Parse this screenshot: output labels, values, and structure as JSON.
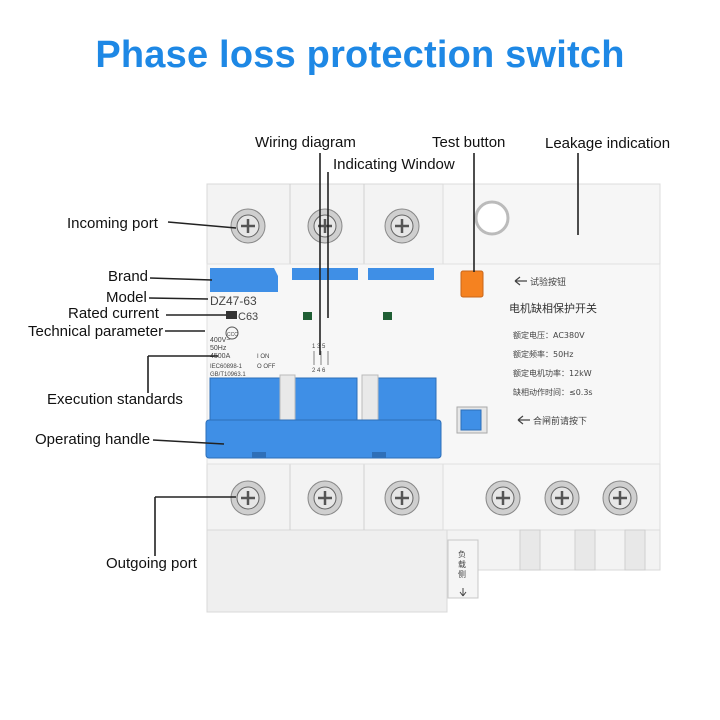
{
  "title": "Phase loss protection switch",
  "labels": {
    "wiring_diagram": "Wiring diagram",
    "indicating_window": "Indicating Window",
    "test_button": "Test button",
    "leakage_indication": "Leakage indication",
    "incoming_port": "Incoming port",
    "brand": "Brand",
    "model": "Model",
    "rated_current": "Rated current",
    "technical_parameter": "Technical parameter",
    "execution_standards": "Execution standards",
    "operating_handle": "Operating handle",
    "outgoing_port": "Outgoing port"
  },
  "device": {
    "model_text": "DZ47-63",
    "current_text": "C63",
    "ccc_mark": "CCC",
    "tech_params": [
      "400V~",
      "50Hz",
      "4500A"
    ],
    "standards": [
      "IEC60898-1",
      "GB/T10963.1"
    ],
    "on_off": [
      "I  ON",
      "O  OFF"
    ],
    "wiring_top": "1 3 5",
    "wiring_bottom": "2 4 6",
    "test_label": "试验按钮",
    "module_title": "电机缺相保护开关",
    "specs": [
      "额定电压：AC380V",
      "额定频率：50Hz",
      "额定电机功率：12kW",
      "缺相动作时间：≤0.3s"
    ],
    "close_hint": "合闸前请按下",
    "load_side": "负载侧"
  },
  "colors": {
    "title": "#1e88e5",
    "handle_blue": "#3f8fe6",
    "test_orange": "#f58220",
    "body": "#f2f2f2",
    "indicator_green": "#1f5e34"
  }
}
